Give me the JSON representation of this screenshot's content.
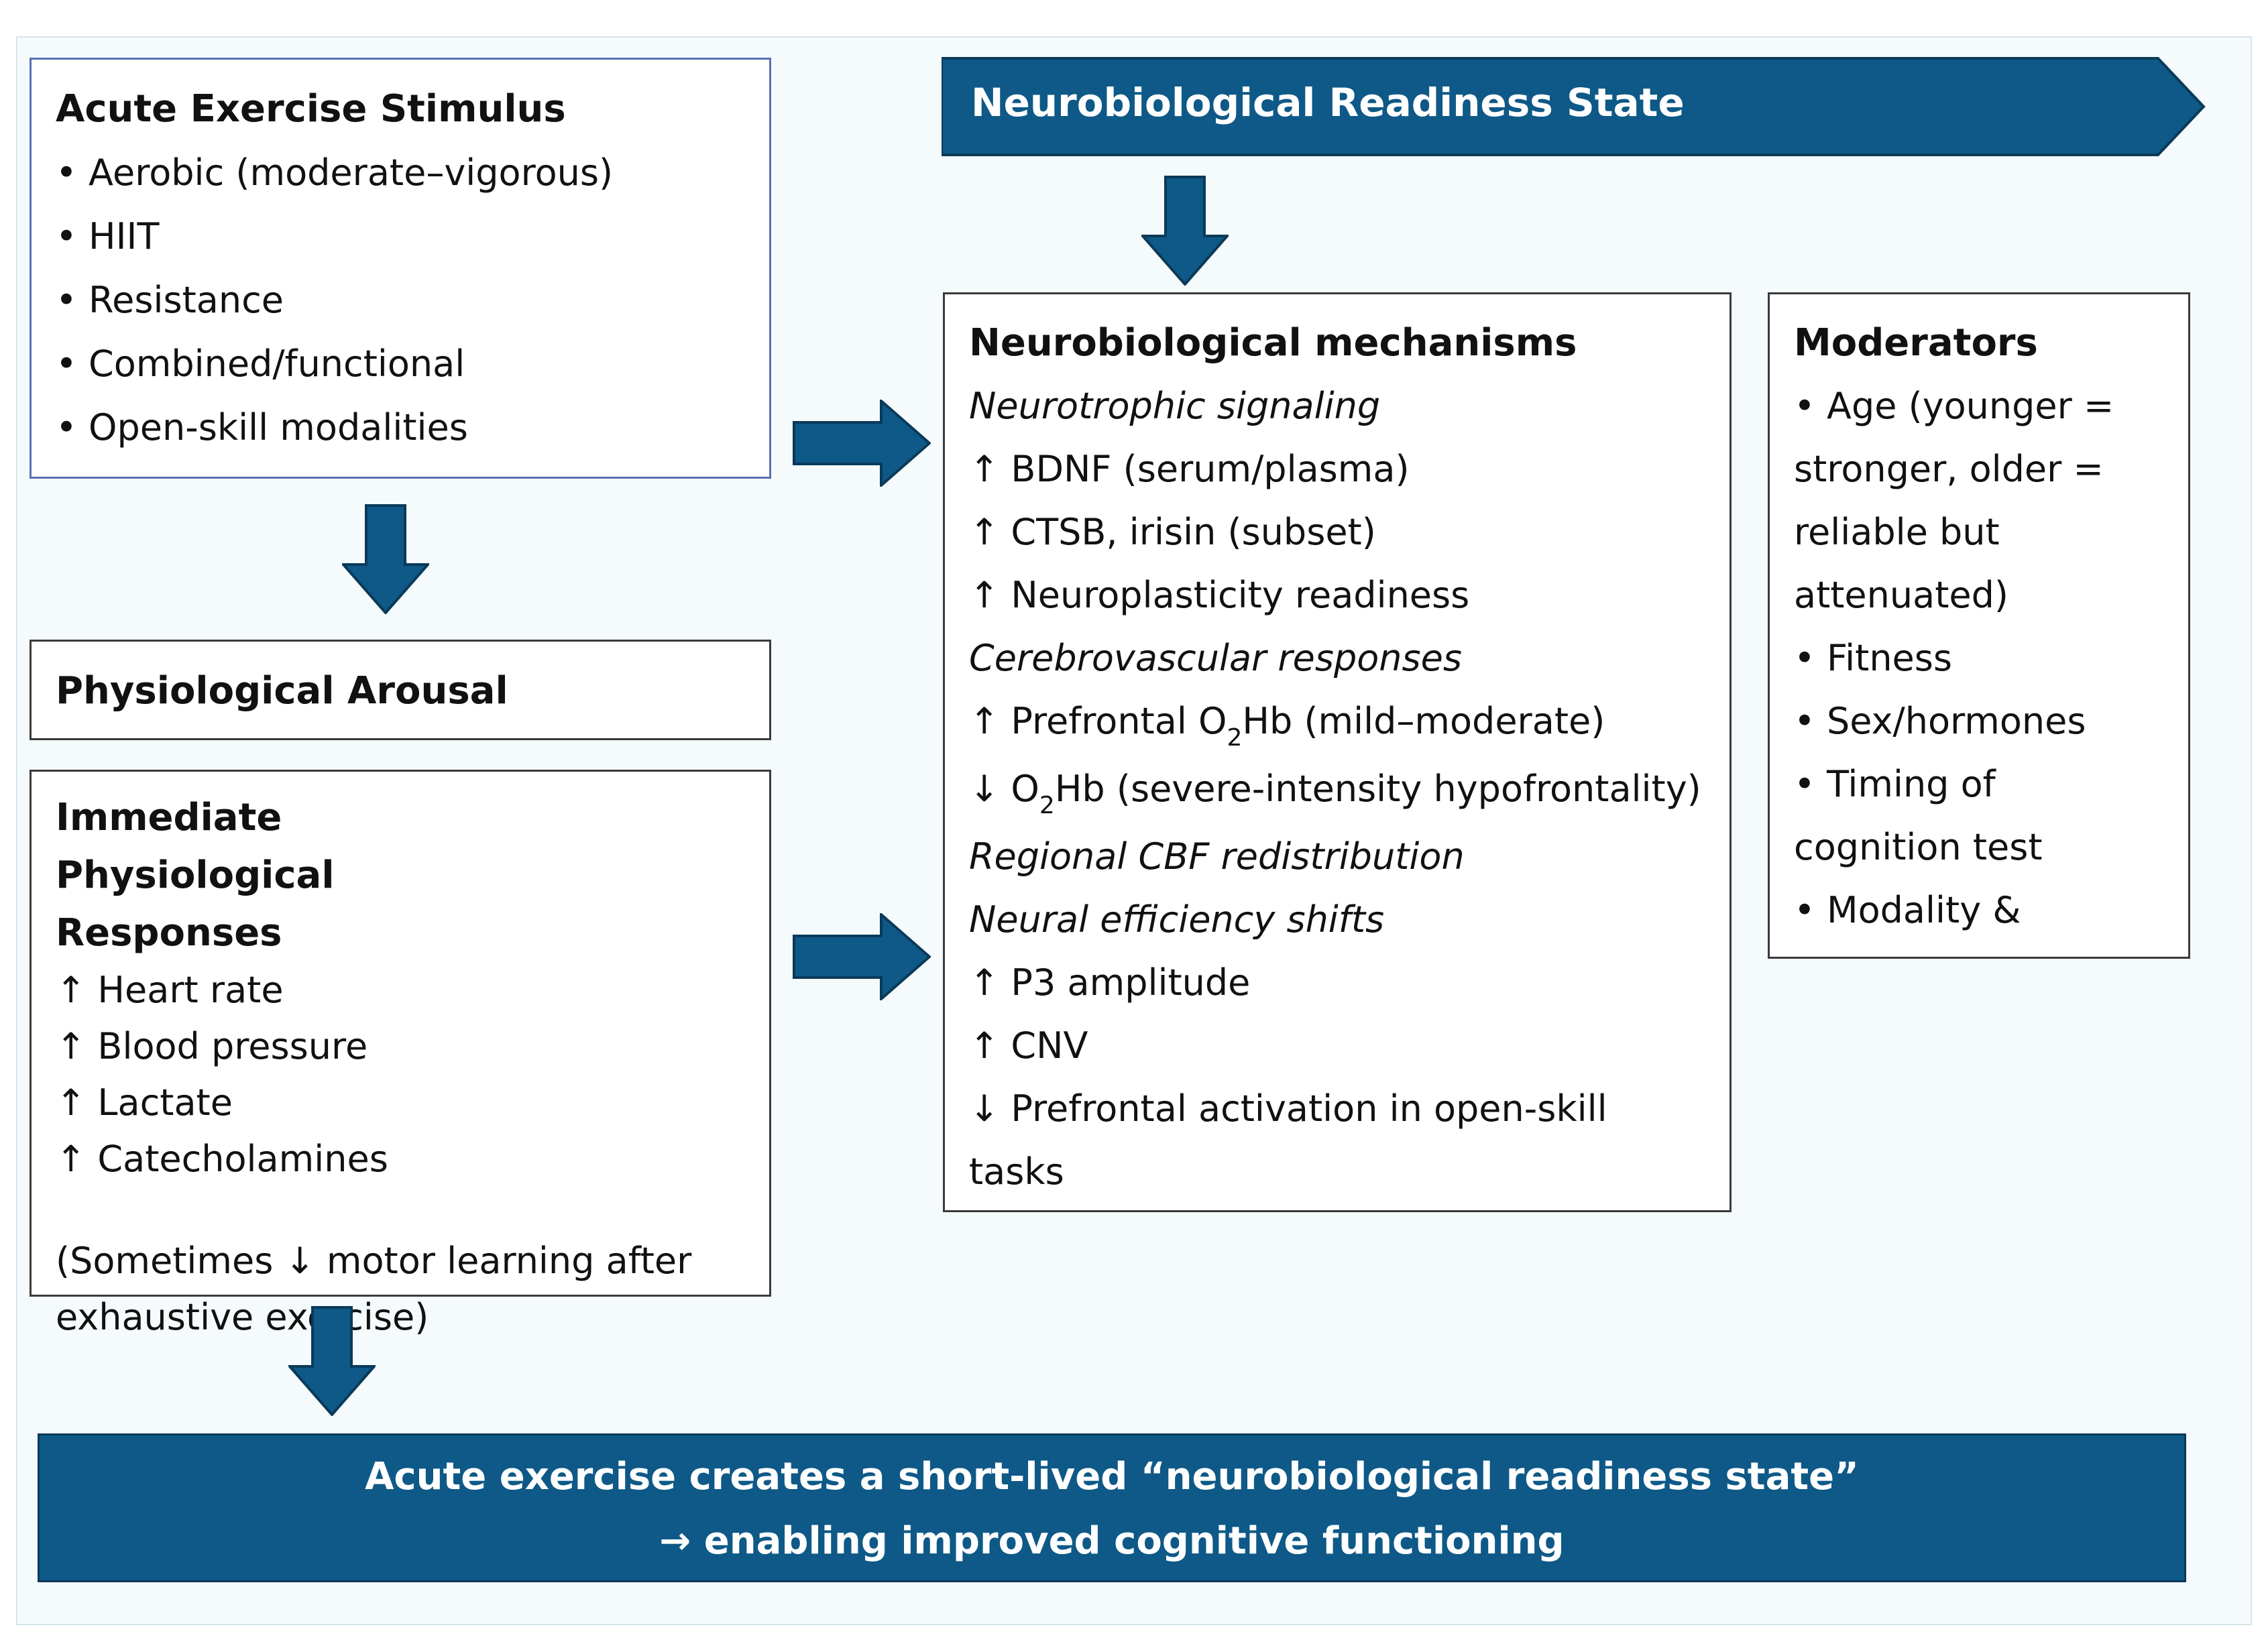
{
  "stimulus": {
    "title": "Acute Exercise Stimulus",
    "items": [
      "• Aerobic (moderate–vigorous)",
      "• HIIT",
      "• Resistance",
      "• Combined/functional",
      "• Open-skill modalities"
    ]
  },
  "arousal": {
    "title": "Physiological Arousal"
  },
  "immediate": {
    "title": "Immediate Physiological Responses",
    "items": [
      "↑ Heart rate",
      "↑ Blood pressure",
      "↑ Lactate",
      "↑ Catecholamines"
    ],
    "note_line1": "(Sometimes ↓ motor learning after",
    "note_line2": "exhaustive exercise)"
  },
  "readiness": {
    "label": "Neurobiological Readiness State"
  },
  "mechanisms": {
    "title": "Neurobiological mechanisms",
    "neurotrophic_heading": "Neurotrophic signaling",
    "neurotrophic_items": [
      "↑ BDNF (serum/plasma)",
      "↑ CTSB, irisin (subset)",
      "↑ Neuroplasticity readiness"
    ],
    "cerebro_heading": "Cerebrovascular responses",
    "prefrontal_up_prefix": "↑ Prefrontal O",
    "prefrontal_up_sub": "2",
    "prefrontal_up_suffix": "Hb (mild–moderate)",
    "o2hb_down_prefix": "↓ O",
    "o2hb_down_sub": "2",
    "o2hb_down_suffix": "Hb (severe-intensity hypofrontality)",
    "cbf_heading": "Regional CBF redistribution",
    "neural_heading": "Neural efficiency shifts",
    "neural_items": [
      "↑ P3 amplitude",
      "↑ CNV",
      "↓ Prefrontal activation in open-skill",
      "tasks"
    ]
  },
  "moderators": {
    "title": "Moderators",
    "items": [
      "• Age (younger =",
      "stronger, older =",
      "reliable but",
      "attenuated)",
      "• Fitness",
      "• Sex/hormones",
      "• Timing of",
      "cognition test",
      "• Modality &"
    ]
  },
  "conclusion": {
    "line1": "Acute exercise creates a short-lived “neurobiological readiness state”",
    "line2": "→ enabling improved cognitive functioning"
  },
  "colors": {
    "primary_blue": "#0e5987",
    "box_border": "#3a3a3a",
    "stimulus_border": "#5a6fb4"
  }
}
